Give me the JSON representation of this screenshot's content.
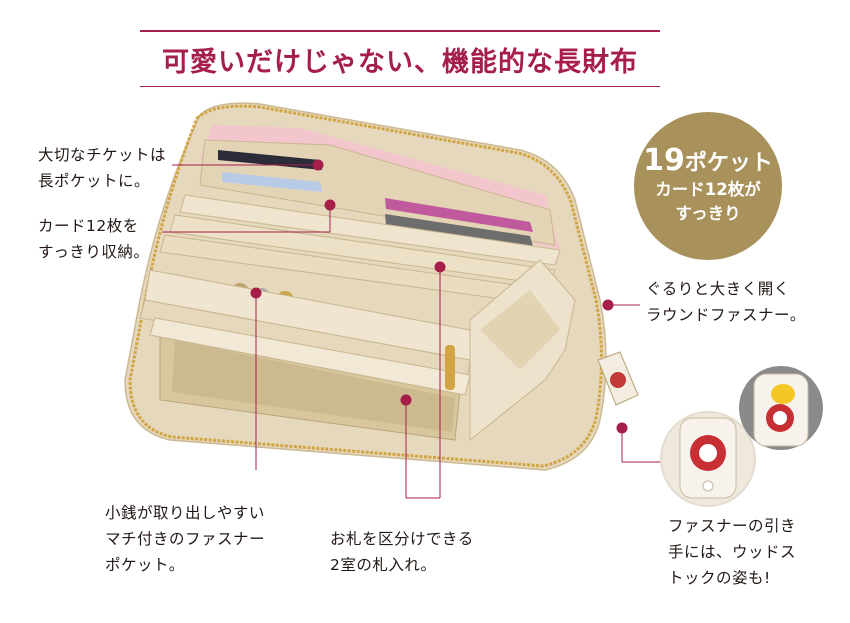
{
  "title": "可愛いだけじゃない、機能的な長財布",
  "callouts": {
    "long_pocket": "大切なチケットは\n長ポケットに。",
    "card_slots": "カード12枚を\nすっきり収納。",
    "zipper": "ぐるりと大きく開く\nラウンドファスナー。",
    "coin_pocket": "小銭が取り出しやすい\nマチ付きのファスナー\nポケット。",
    "bill_sections": "お札を区分けできる\n2室の札入れ。",
    "zipper_pull": "ファスナーの引き\n手には、ウッドス\nトックの姿も!"
  },
  "badge": {
    "num": "19",
    "line1_rest": "ポケット",
    "line2": "カード12枚が",
    "line3": "すっきり"
  },
  "colors": {
    "accent": "#a51f4a",
    "badge": "#a8915a",
    "leather": "#e9dcc3",
    "zipper": "#d1a544"
  }
}
